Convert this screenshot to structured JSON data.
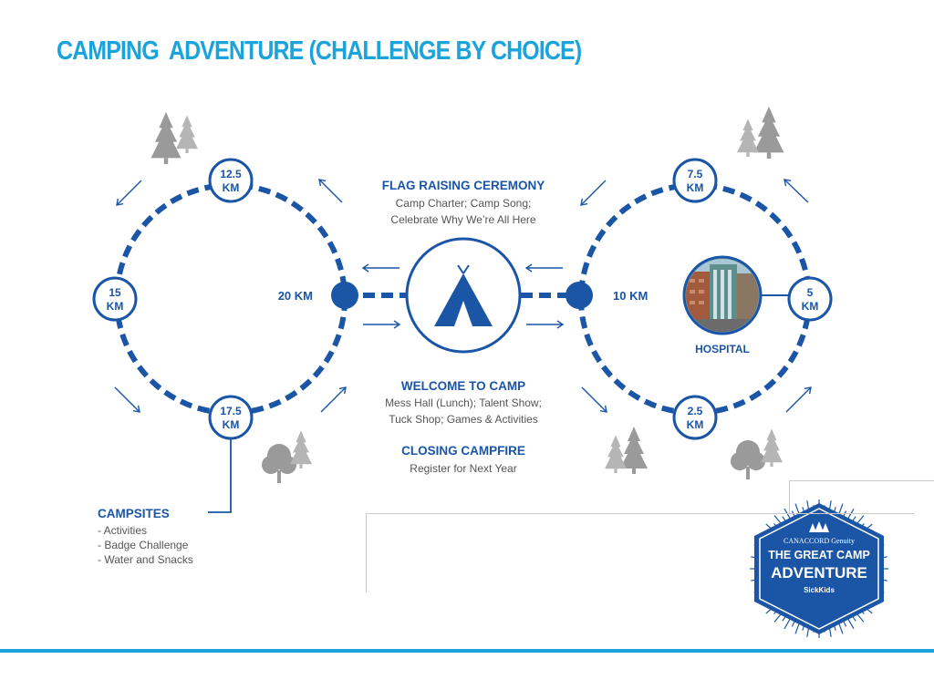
{
  "slide": {
    "title": "CAMPING  ADVENTURE (CHALLENGE BY CHOICE)"
  },
  "left_loop": {
    "km_top": [
      "12.5",
      "KM"
    ],
    "km_left": [
      "15",
      "KM"
    ],
    "km_bottom": [
      "17.5",
      "KM"
    ],
    "junction_label": "20 KM"
  },
  "right_loop": {
    "km_top": [
      "7.5",
      "KM"
    ],
    "km_right": [
      "5",
      "KM"
    ],
    "km_bottom": [
      "2.5",
      "KM"
    ],
    "junction_label": "10 KM",
    "hospital_label": "HOSPITAL"
  },
  "center": {
    "flag_title": "FLAG RAISING CEREMONY",
    "flag_lines": [
      "Camp Charter; Camp Song;",
      "Celebrate Why We’re All Here"
    ],
    "welcome_title": "WELCOME TO CAMP",
    "welcome_lines": [
      "Mess Hall (Lunch); Talent Show;",
      "Tuck Shop; Games & Activities"
    ],
    "closing_title": "CLOSING CAMPFIRE",
    "closing_lines": [
      "Register for Next Year"
    ]
  },
  "campsites": {
    "title": "CAMPSITES",
    "items": [
      "- Activities",
      "- Badge Challenge",
      "- Water and Snacks"
    ]
  },
  "logo": {
    "sponsor": "CANACCORD Genuity",
    "line1": "THE GREAT CAMP",
    "line2": "ADVENTURE",
    "partner": "SickKids"
  },
  "colors": {
    "title": "#1ba3dc",
    "navy": "#1a55a6",
    "text": "#555555",
    "tree": "#9a9a9a",
    "rule": "#1ba3dc"
  }
}
